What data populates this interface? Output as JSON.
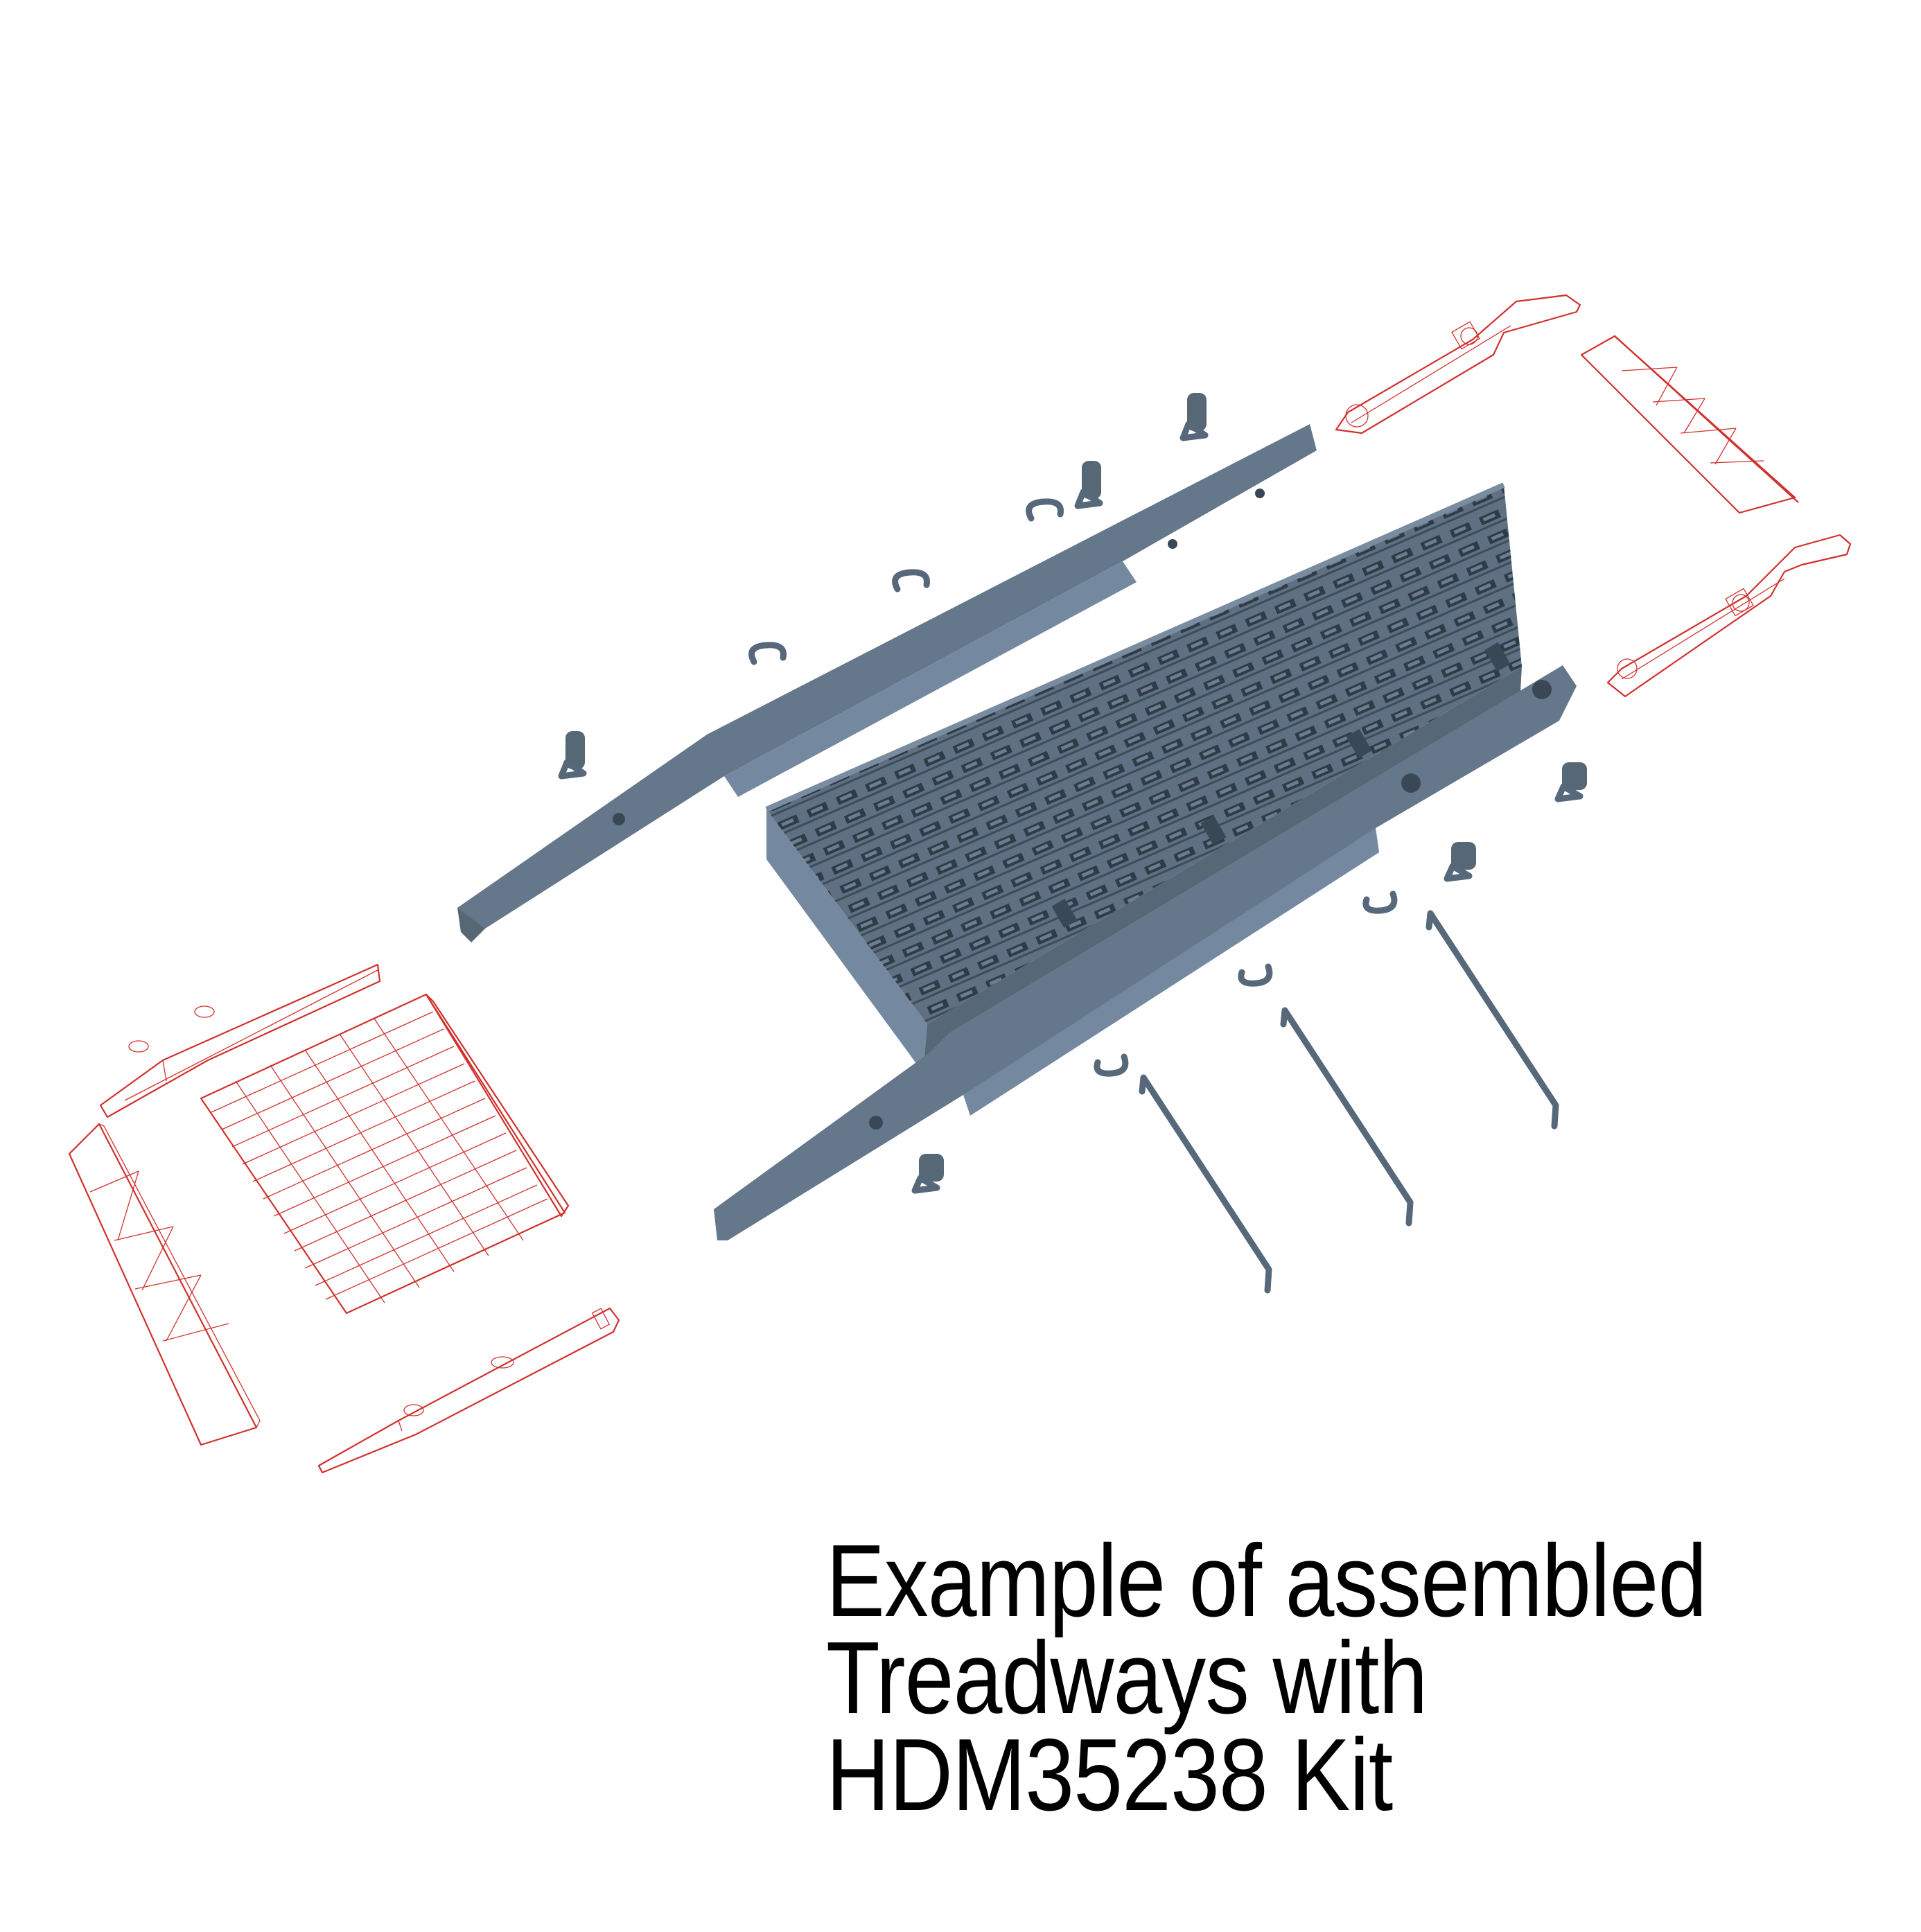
{
  "caption": {
    "lines": [
      "Example of assembled",
      "Treadways with",
      "HDM35238 Kit"
    ]
  },
  "colors": {
    "background": "#ffffff",
    "assembled_parts": "#65778a",
    "assembled_parts_shadow": "#3a4754",
    "wireframe_parts": "#d0312d",
    "caption_text": "#000000"
  },
  "diagram": {
    "type": "exploded assembly view",
    "assembled_parts": [
      "grate-deck",
      "upper-side-beam",
      "lower-side-beam",
      "pin-clips",
      "u-shackles",
      "bent-rods"
    ],
    "wireframe_parts": [
      "left-end-ramp-plates",
      "left-end-grate",
      "left-end-cross-frame",
      "right-end-ramp-plates",
      "right-end-cross-frame"
    ]
  }
}
